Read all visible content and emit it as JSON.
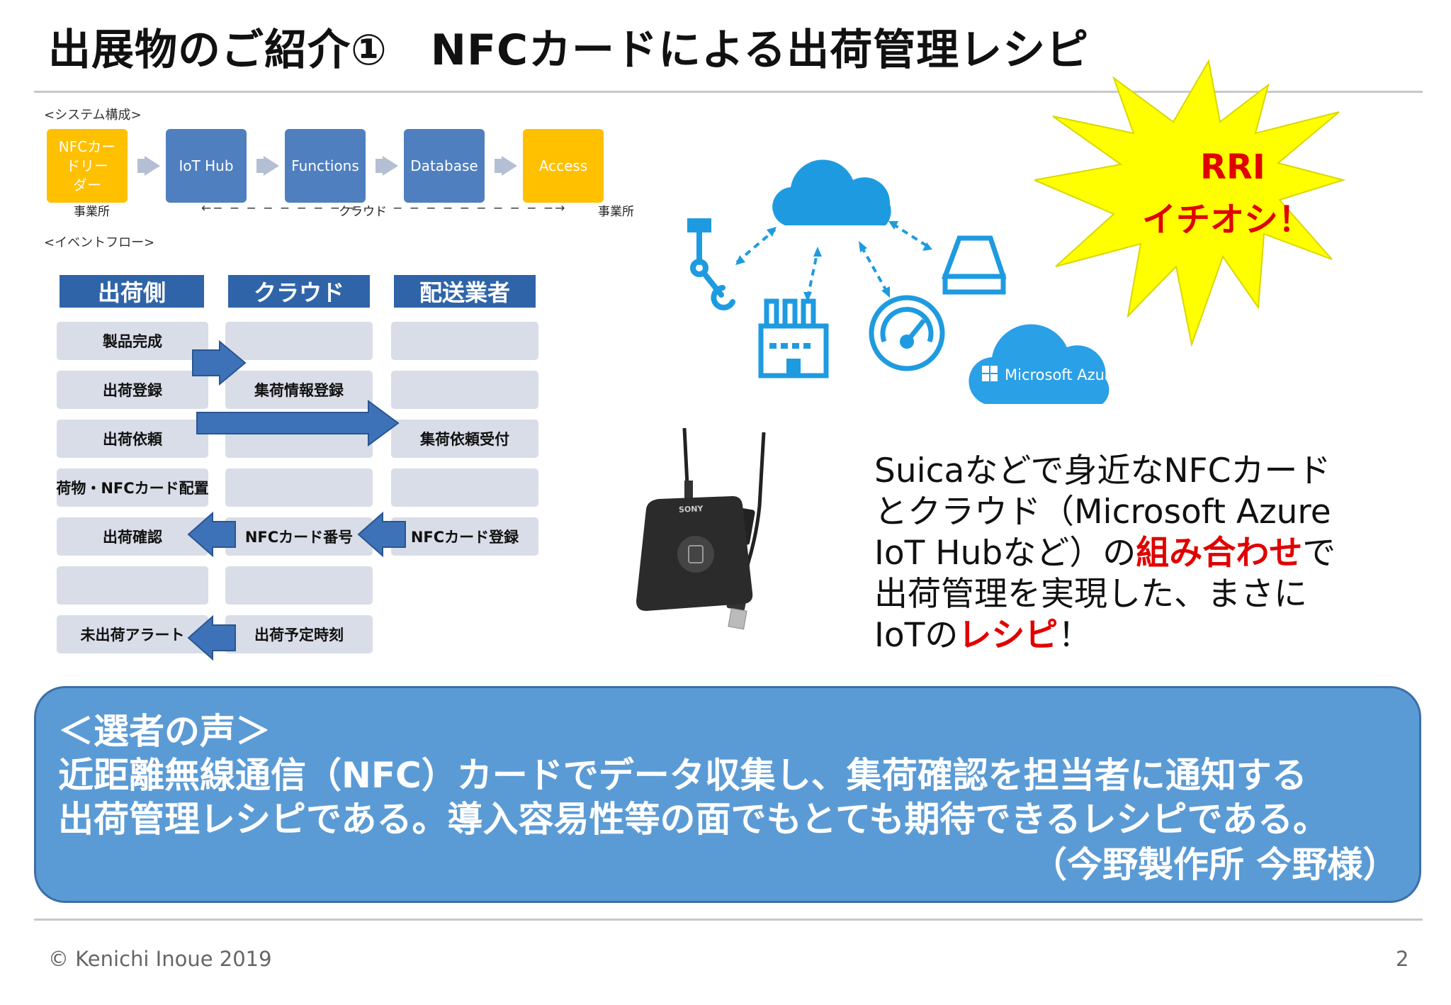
{
  "title": "出展物のご紹介①　NFCカードによる出荷管理レシピ",
  "system": {
    "label": "<システム構成>",
    "boxes": [
      "NFCカー\nドリー\nダー",
      "IoT Hub",
      "Functions",
      "Database",
      "Access"
    ],
    "box_colors": {
      "blue": "#4f7fbf",
      "orange": "#ffc000"
    },
    "left_site": "事業所",
    "cloud": "クラウド",
    "right_site": "事業所"
  },
  "event_flow": {
    "label": "<イベントフロー>",
    "columns": [
      "出荷側",
      "クラウド",
      "配送業者"
    ],
    "rows": [
      [
        "製品完成",
        "",
        ""
      ],
      [
        "出荷登録",
        "集荷情報登録",
        ""
      ],
      [
        "出荷依頼",
        "",
        "集荷依頼受付"
      ],
      [
        "荷物・NFCカード配置",
        "",
        ""
      ],
      [
        "出荷確認",
        "NFCカード番号",
        "NFCカード登録"
      ],
      [
        "",
        "",
        ""
      ],
      [
        "未出荷アラート",
        "出荷予定時刻",
        ""
      ]
    ]
  },
  "badge": {
    "line1": "RRI",
    "line2": "イチオシ！",
    "color": "#e00000",
    "burst": "#ffff00"
  },
  "azure_logo_text": "Microsoft Azure",
  "device_brand": "SONY",
  "description": {
    "part1": "Suicaなどで身近なNFCカードとクラウド（Microsoft Azure IoT Hubなど）の",
    "hl1": "組み合わせ",
    "part2": "で出荷管理を実現した、まさにIoTの",
    "hl2": "レシピ",
    "part3": "！"
  },
  "voice": {
    "heading": "＜選者の声＞",
    "line1": "近距離無線通信（NFC）カードでデータ収集し、集荷確認を担当者に通知する",
    "line2": "出荷管理レシピである。導入容易性等の面でもとても期待できるレシピである。",
    "signature": "（今野製作所 今野様）"
  },
  "footer": {
    "copyright": "© Kenichi Inoue 2019",
    "page": "2"
  }
}
